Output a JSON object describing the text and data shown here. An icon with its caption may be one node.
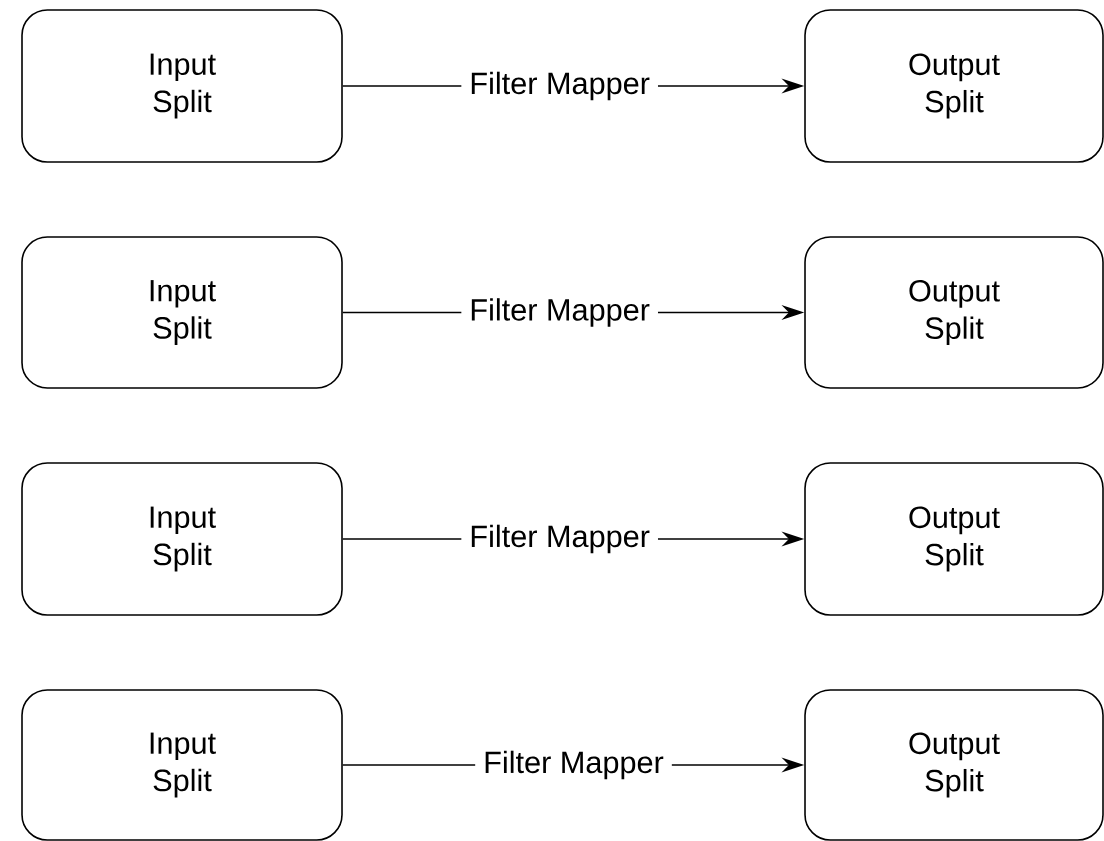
{
  "diagram": {
    "nodes": [
      {
        "text": [
          "Input Split"
        ]
      },
      {
        "text": [
          "Output Split"
        ]
      },
      {
        "text": [
          "Input Split"
        ]
      },
      {
        "text": [
          "Output Split"
        ]
      },
      {
        "text": [
          "Input Split"
        ]
      },
      {
        "text": [
          "Output Split"
        ]
      },
      {
        "text": [
          "Input Split"
        ]
      },
      {
        "text": [
          "Output Split"
        ]
      }
    ],
    "edges": [
      {
        "from": 0,
        "to": 1,
        "arrow": "to",
        "label": "Filter Mapper"
      },
      {
        "from": 2,
        "to": 3,
        "arrow": "to",
        "label": "Filter Mapper"
      },
      {
        "from": 4,
        "to": 5,
        "arrow": "to",
        "label": "Filter Mapper"
      },
      {
        "from": 6,
        "to": 7,
        "arrow": "to",
        "label": "Filter Mapper"
      }
    ]
  }
}
